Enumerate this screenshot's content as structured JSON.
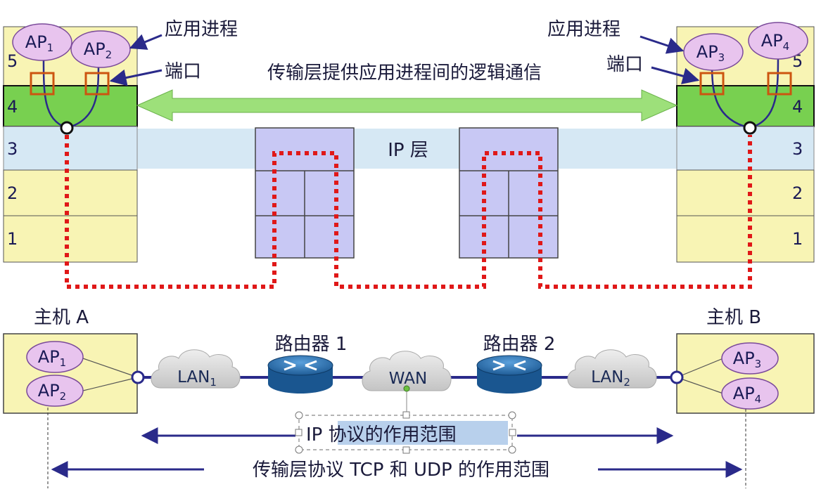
{
  "labels": {
    "app_process": "应用进程",
    "port": "端口",
    "transport_logical_comm": "传输层提供应用进程间的逻辑通信",
    "ip_layer": "IP 层",
    "host_a": "主机 A",
    "host_b": "主机 B",
    "router_1": "路由器 1",
    "router_2": "路由器 2",
    "ip_scope_prefix": "IP ",
    "ip_scope_highlight": "协议的作用范围",
    "transport_scope": "传输层协议 TCP 和 UDP 的作用范围"
  },
  "layers": [
    "5",
    "4",
    "3",
    "2",
    "1"
  ],
  "aps": {
    "ap1": {
      "base": "AP",
      "sub": "1"
    },
    "ap2": {
      "base": "AP",
      "sub": "2"
    },
    "ap3": {
      "base": "AP",
      "sub": "3"
    },
    "ap4": {
      "base": "AP",
      "sub": "4"
    }
  },
  "networks": {
    "lan1": {
      "base": "LAN",
      "sub": "1"
    },
    "wan": {
      "base": "WAN",
      "sub": ""
    },
    "lan2": {
      "base": "LAN",
      "sub": "2"
    }
  },
  "colors": {
    "layer_yellow": "#f8f4b4",
    "layer_green": "#78d050",
    "ip_band": "#d6e8f4",
    "router_box": "#c8c8f4",
    "ap_fill": "#e8c4ee",
    "ap_stroke": "#7a4a9a",
    "dotted_path": "#e01818",
    "port_box": "#cc5510",
    "arrow_green": "#9de07a",
    "arrow_line": "#2a2a8a",
    "router_blue": "#2a6fb0"
  }
}
